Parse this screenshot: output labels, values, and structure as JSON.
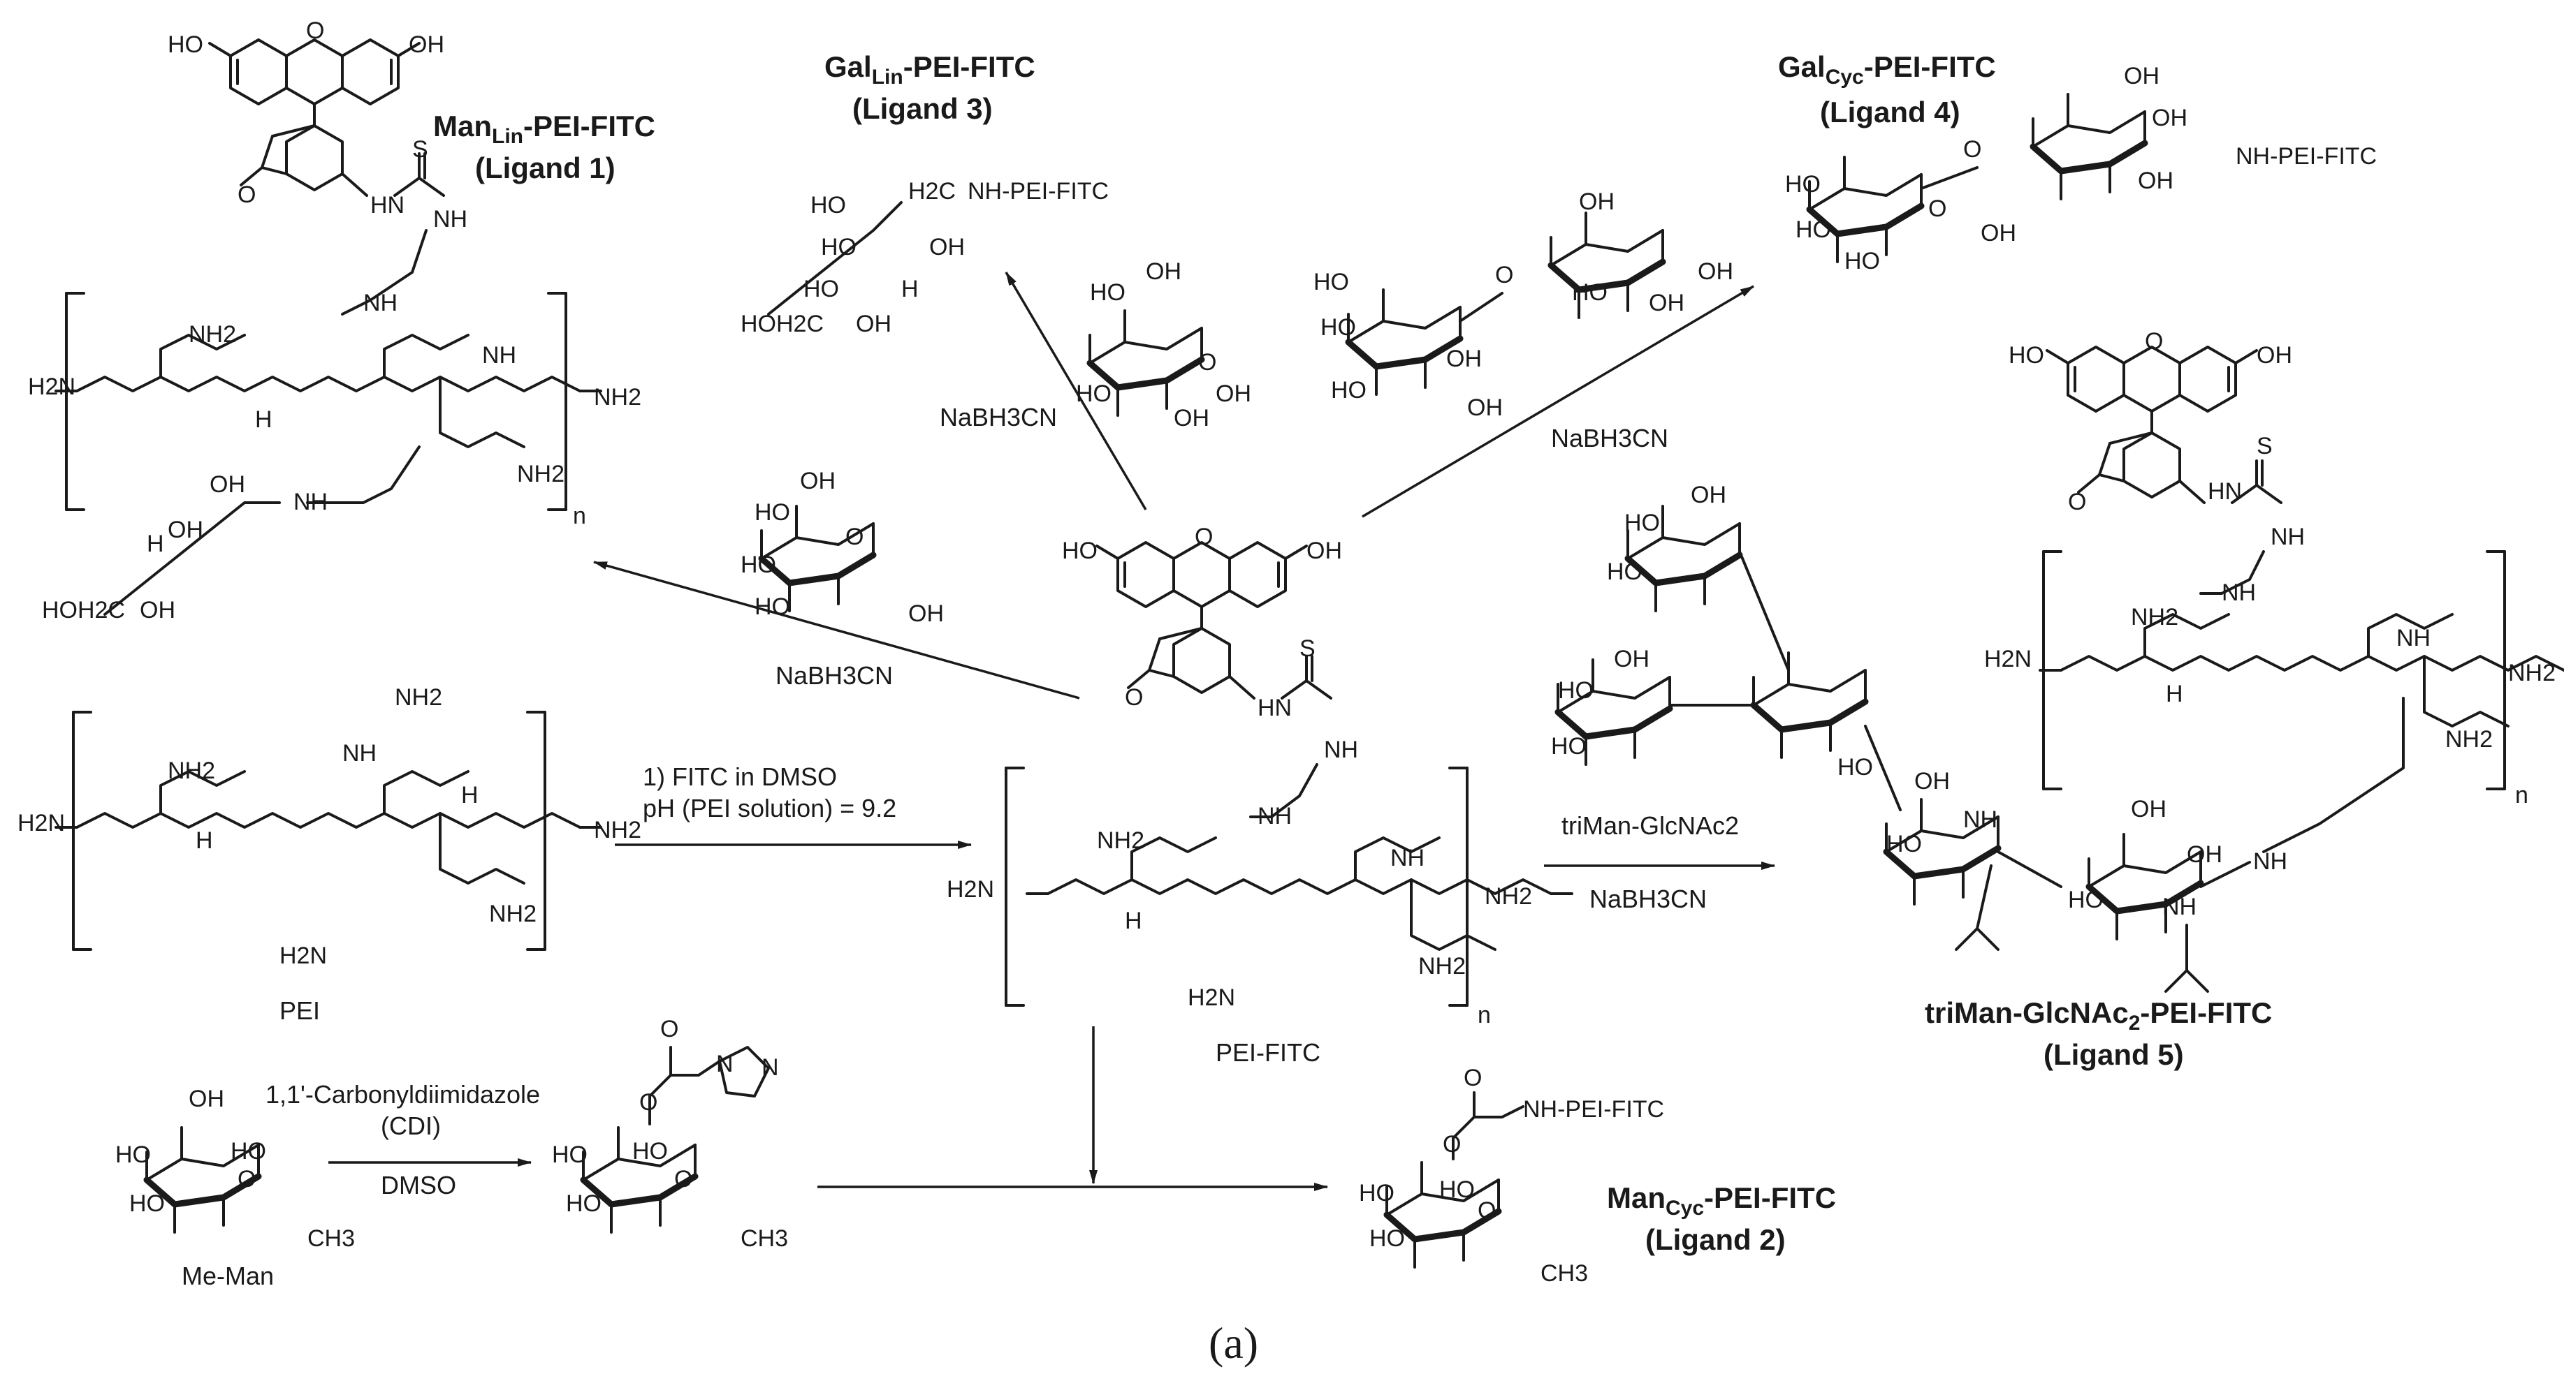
{
  "panel_label": "(a)",
  "products": {
    "ligand1": {
      "title_main": "Man",
      "title_sub": "Lin",
      "title_rest": "-PEI-FITC",
      "ligand": "(Ligand 1)"
    },
    "ligand2": {
      "title_main": "Man",
      "title_sub": "Cyc",
      "title_rest": "-PEI-FITC",
      "ligand": "(Ligand 2)"
    },
    "ligand3": {
      "title_main": "Gal",
      "title_sub": "Lin",
      "title_rest": "-PEI-FITC",
      "ligand": "(Ligand 3)"
    },
    "ligand4": {
      "title_main": "Gal",
      "title_sub": "Cyc",
      "title_rest": "-PEI-FITC",
      "ligand": "(Ligand 4)"
    },
    "ligand5": {
      "title_a": "triMan-GlcNAc",
      "title_sub": "2",
      "title_rest": "-PEI-FITC",
      "ligand": "(Ligand 5)"
    }
  },
  "compounds": {
    "pei": "PEI",
    "pei_fitc": "PEI-FITC",
    "me_man": "Me-Man",
    "nh_pei_fitc": "NH-PEI-FITC"
  },
  "conditions": {
    "step1_line1": "1) FITC in DMSO",
    "step1_line2": "pH (PEI solution) = 9.2",
    "cdi_line1": "1,1'-Carbonyldiimidazole",
    "cdi_line2": "(CDI)",
    "dmso": "DMSO",
    "reductant": "NaBH3CN",
    "triman_reagent": "triMan-GlcNAc2"
  },
  "atoms": {
    "oh": "OH",
    "ho": "HO",
    "o": "O",
    "s": "S",
    "nh": "NH",
    "hn": "HN",
    "h": "H",
    "nh2": "NH2",
    "h2n": "H2N",
    "n": "N",
    "me": "CH3",
    "ch2": "H2C",
    "hoh2c": "HOH2C",
    "n_repeat": "n"
  }
}
